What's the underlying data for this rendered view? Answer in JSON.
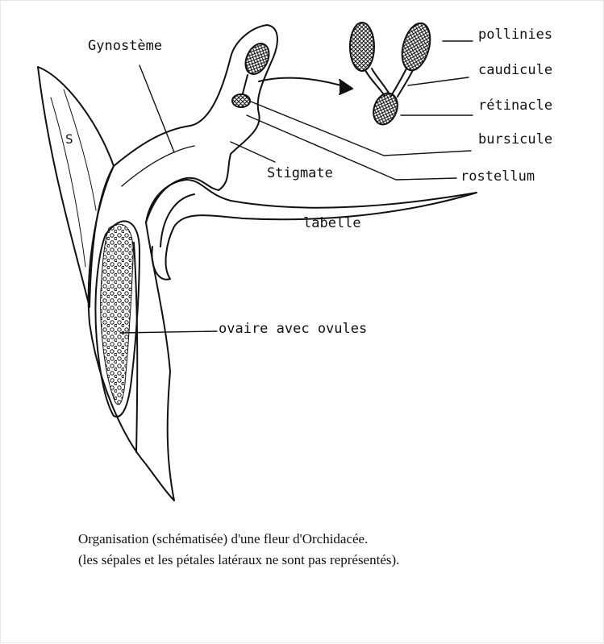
{
  "diagram": {
    "labels": {
      "gynosteme": "Gynostème",
      "sepale": "S",
      "pollinies": "pollinies",
      "caudicule": "caudicule",
      "retinacle": "rétinacle",
      "bursicule": "bursicule",
      "rostellum": "rostellum",
      "stigmate": "Stigmate",
      "labelle": "labelle",
      "ovaire": "ovaire avec ovules"
    },
    "caption": {
      "line1": "Organisation (schématisée) d'une fleur d'Orchidacée.",
      "line2": "(les sépales et les pétales latéraux ne sont pas représentés)."
    }
  }
}
